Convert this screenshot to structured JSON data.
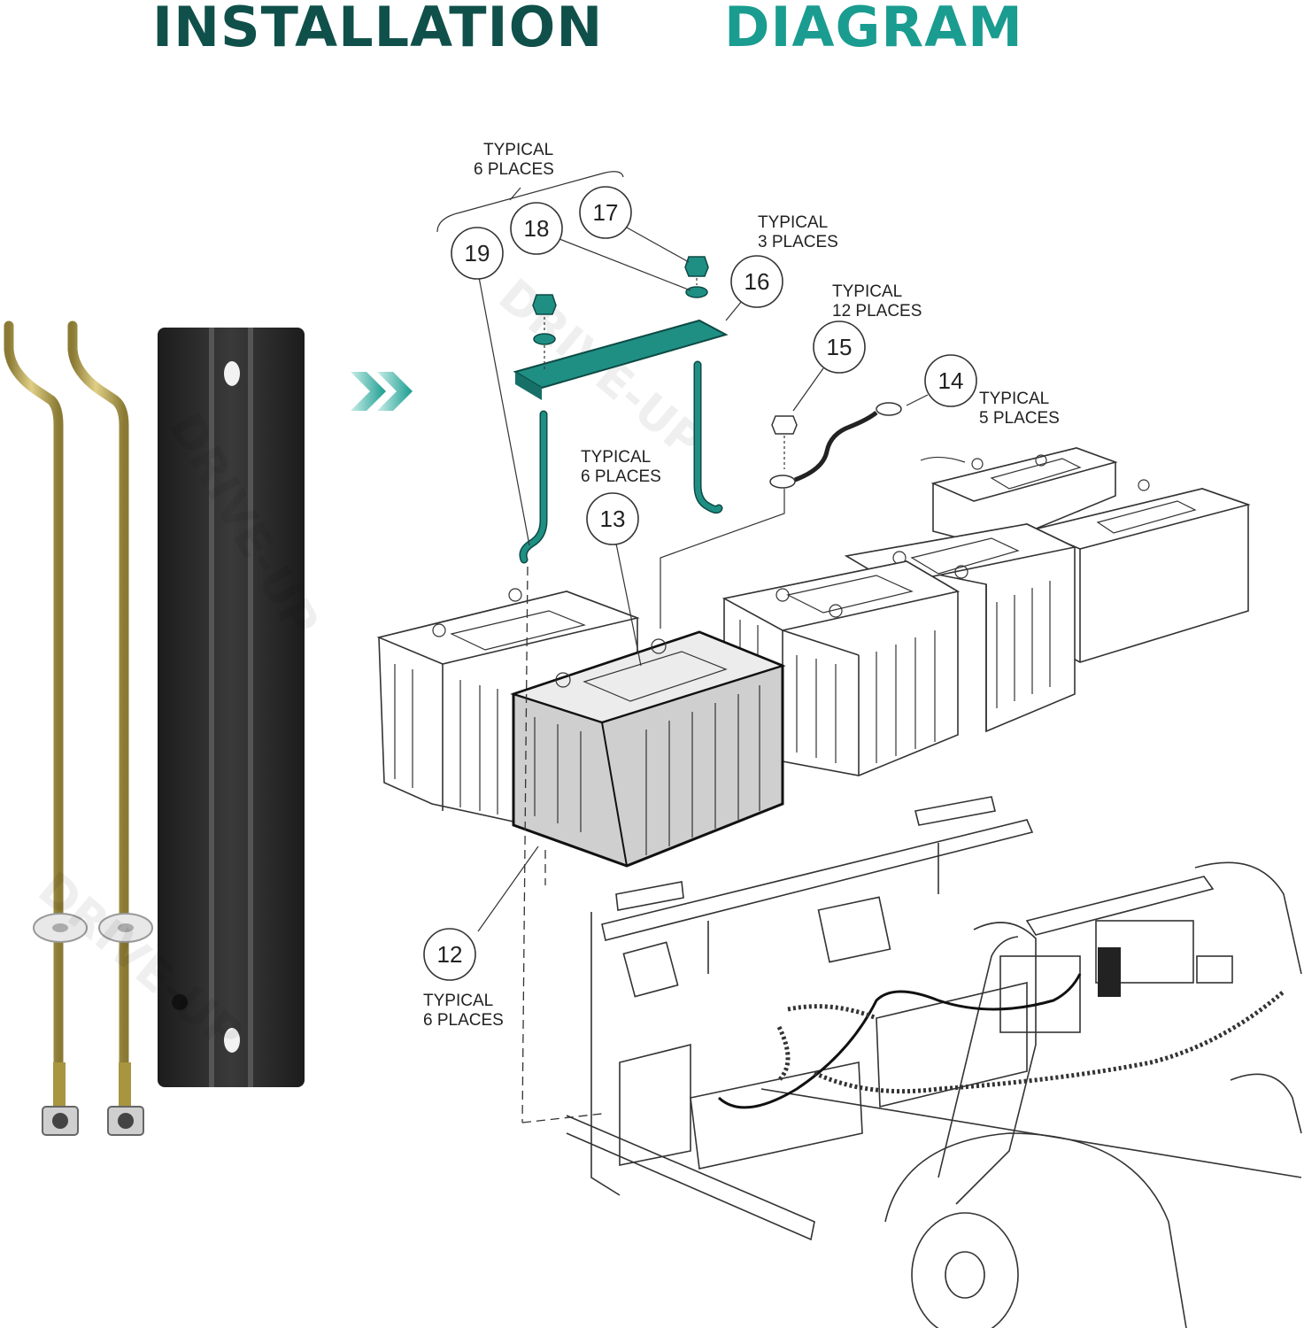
{
  "title": {
    "part1": "INSTALLATION",
    "part2": "DIAGRAM"
  },
  "colors": {
    "title_dark": "#10504a",
    "title_light": "#1a9c90",
    "teal_part": "#1f8f84",
    "brass": "#b5a154",
    "bracket": "#2a2a2a",
    "highlight_battery": "#cfcfcf"
  },
  "watermark": "DRIVE-UP",
  "callouts": [
    {
      "id": "c12",
      "number": "12",
      "label_line1": "TYPICAL",
      "label_line2": "6 PLACES"
    },
    {
      "id": "c13",
      "number": "13",
      "label_line1": "TYPICAL",
      "label_line2": "6 PLACES"
    },
    {
      "id": "c14",
      "number": "14",
      "label_line1": "TYPICAL",
      "label_line2": "5 PLACES"
    },
    {
      "id": "c15",
      "number": "15",
      "label_line1": "TYPICAL",
      "label_line2": "12 PLACES"
    },
    {
      "id": "c16",
      "number": "16",
      "label_line1": "TYPICAL",
      "label_line2": "3 PLACES"
    },
    {
      "id": "c17",
      "number": "17"
    },
    {
      "id": "c18",
      "number": "18"
    },
    {
      "id": "c19",
      "number": "19"
    }
  ],
  "group_label": {
    "line1": "TYPICAL",
    "line2": "6 PLACES"
  },
  "arrow_icon": "double-chevron-right-icon"
}
